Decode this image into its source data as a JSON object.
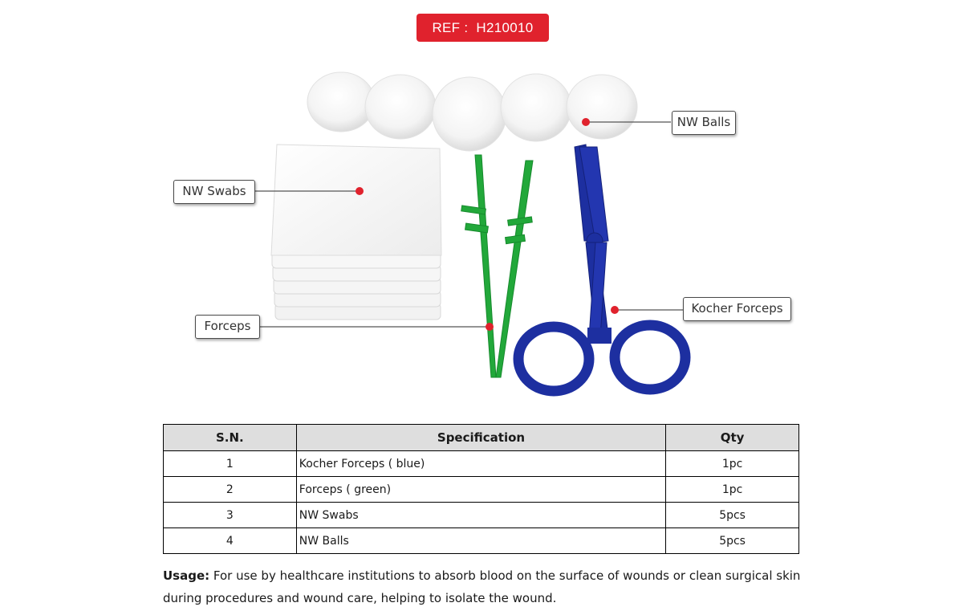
{
  "ref_badge": {
    "label": "REF :  H210010"
  },
  "callouts": {
    "nw_balls": "NW Balls",
    "nw_swabs": "NW Swabs",
    "forceps": "Forceps",
    "kocher_forceps": "Kocher Forceps"
  },
  "colors": {
    "badge": "#e0222d",
    "marker": "#e0222d",
    "forceps": "#22a83a",
    "kocher": "#1d2fa0"
  },
  "table": {
    "headers": [
      "S.N.",
      "Specification",
      "Qty"
    ],
    "rows": [
      {
        "sn": "1",
        "spec": "Kocher Forceps ( blue)",
        "qty": "1pc"
      },
      {
        "sn": "2",
        "spec": "Forceps ( green)",
        "qty": "1pc"
      },
      {
        "sn": "3",
        "spec": "NW Swabs",
        "qty": "5pcs"
      },
      {
        "sn": "4",
        "spec": "NW Balls",
        "qty": "5pcs"
      }
    ]
  },
  "usage": {
    "label": "Usage:",
    "text": " For use by healthcare institutions to absorb blood on the surface of wounds or clean surgical skin during procedures and wound care, helping to isolate the wound."
  }
}
